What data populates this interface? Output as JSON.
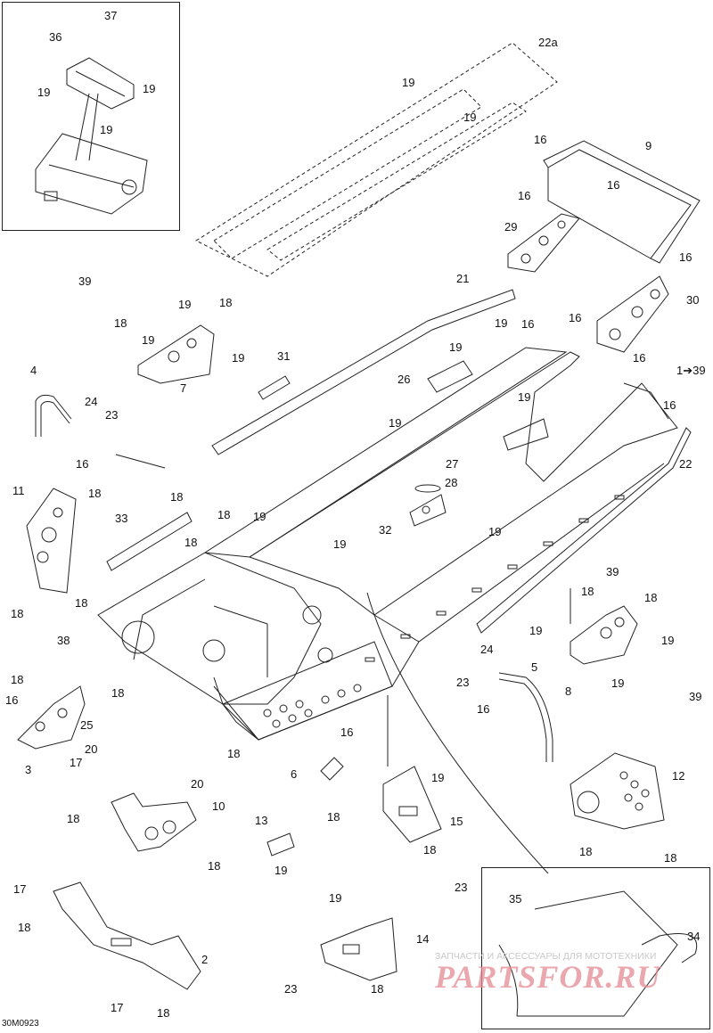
{
  "drawing_code": "30M0923",
  "watermark": {
    "subtitle": "ЗАПЧАСТИ И АКСЕССУАРЫ ДЛЯ МОТОТЕХНИКИ",
    "logo": "PARTSFOR.RU"
  },
  "callouts": [
    "37",
    "36",
    "19",
    "19",
    "19",
    "22a",
    "19",
    "19",
    "9",
    "16",
    "16",
    "16",
    "16",
    "29",
    "30",
    "39",
    "18",
    "19",
    "18",
    "19",
    "21",
    "19",
    "16",
    "16",
    "31",
    "19",
    "19",
    "26",
    "16",
    "1➔39",
    "4",
    "24",
    "23",
    "16",
    "7",
    "19",
    "19",
    "27",
    "16",
    "22",
    "11",
    "18",
    "18",
    "33",
    "19",
    "28",
    "32",
    "19",
    "18",
    "18",
    "19",
    "18",
    "18",
    "38",
    "18",
    "16",
    "25",
    "20",
    "3",
    "17",
    "24",
    "5",
    "23",
    "16",
    "19",
    "19",
    "39",
    "18",
    "18",
    "19",
    "8",
    "39",
    "18",
    "16",
    "18",
    "6",
    "18",
    "19",
    "15",
    "23",
    "18",
    "20",
    "10",
    "13",
    "18",
    "19",
    "18",
    "12",
    "18",
    "18",
    "17",
    "18",
    "2",
    "19",
    "14",
    "23",
    "18",
    "17",
    "18",
    "35",
    "34"
  ]
}
